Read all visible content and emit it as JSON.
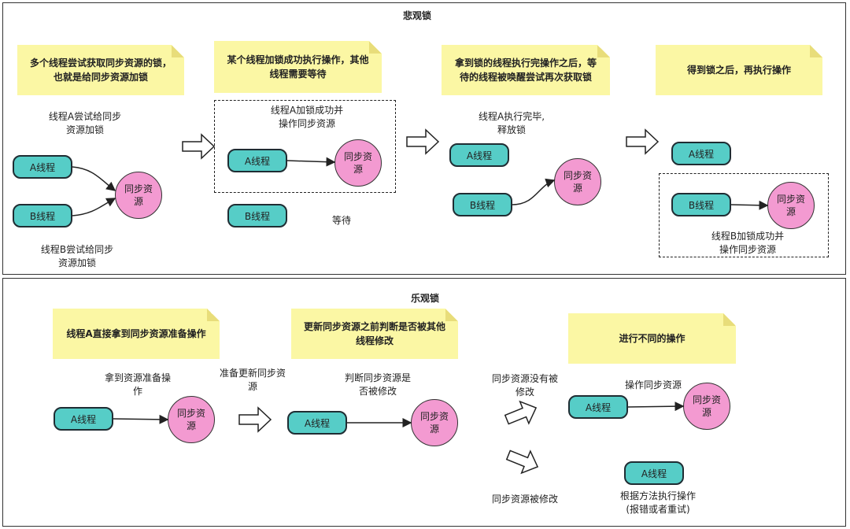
{
  "pessimistic": {
    "title": "悲观锁",
    "notes": [
      [
        "多个线程尝试获取同步资源的锁，",
        "也就是给同步资源加锁"
      ],
      [
        "某个线程加锁成功执行操作，其他",
        "线程需要等待"
      ],
      [
        "拿到锁的线程执行完操作之后，等",
        "待的线程被唤醒尝试再次获取锁"
      ],
      [
        "得到锁之后，再执行操作"
      ]
    ],
    "labels": {
      "a_try": [
        "线程A尝试给同步",
        "资源加锁"
      ],
      "b_try": [
        "线程B尝试给同步",
        "资源加锁"
      ],
      "a_locked": [
        "线程A加锁成功并",
        "操作同步资源"
      ],
      "wait": "等待",
      "a_done": [
        "线程A执行完毕,",
        "释放锁"
      ],
      "b_locked": [
        "线程B加锁成功并",
        "操作同步资源"
      ]
    }
  },
  "optimistic": {
    "title": "乐观锁",
    "notes": [
      [
        "线程A直接拿到同步资源准备操作"
      ],
      [
        "更新同步资源之前判断是否被其他",
        "线程修改"
      ],
      [
        "进行不同的操作"
      ]
    ],
    "labels": {
      "take": [
        "拿到资源准备操",
        "作"
      ],
      "prepare": [
        "准备更新同步资",
        "源"
      ],
      "check": [
        "判断同步资源是",
        "否被修改"
      ],
      "not_modified": [
        "同步资源没有被",
        "修改"
      ],
      "modified": "同步资源被修改",
      "operate": "操作同步资源",
      "retry": [
        "根据方法执行操作",
        "(报错或者重试)"
      ]
    }
  },
  "common": {
    "thread_a": "A线程",
    "thread_b": "B线程",
    "resource": "同步资源"
  }
}
